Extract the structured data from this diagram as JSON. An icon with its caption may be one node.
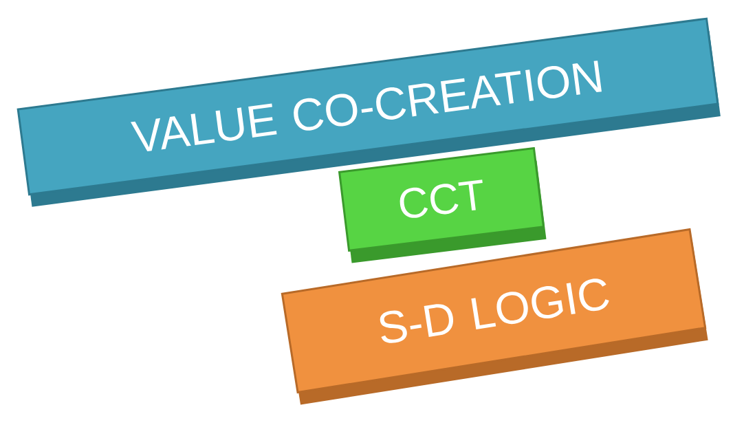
{
  "diagram": {
    "nodes": [
      {
        "text": [
          "VALUE CO-CREATION"
        ]
      },
      {
        "text": [
          "CCT"
        ]
      },
      {
        "text": [
          "S-D LOGIC"
        ]
      }
    ]
  }
}
